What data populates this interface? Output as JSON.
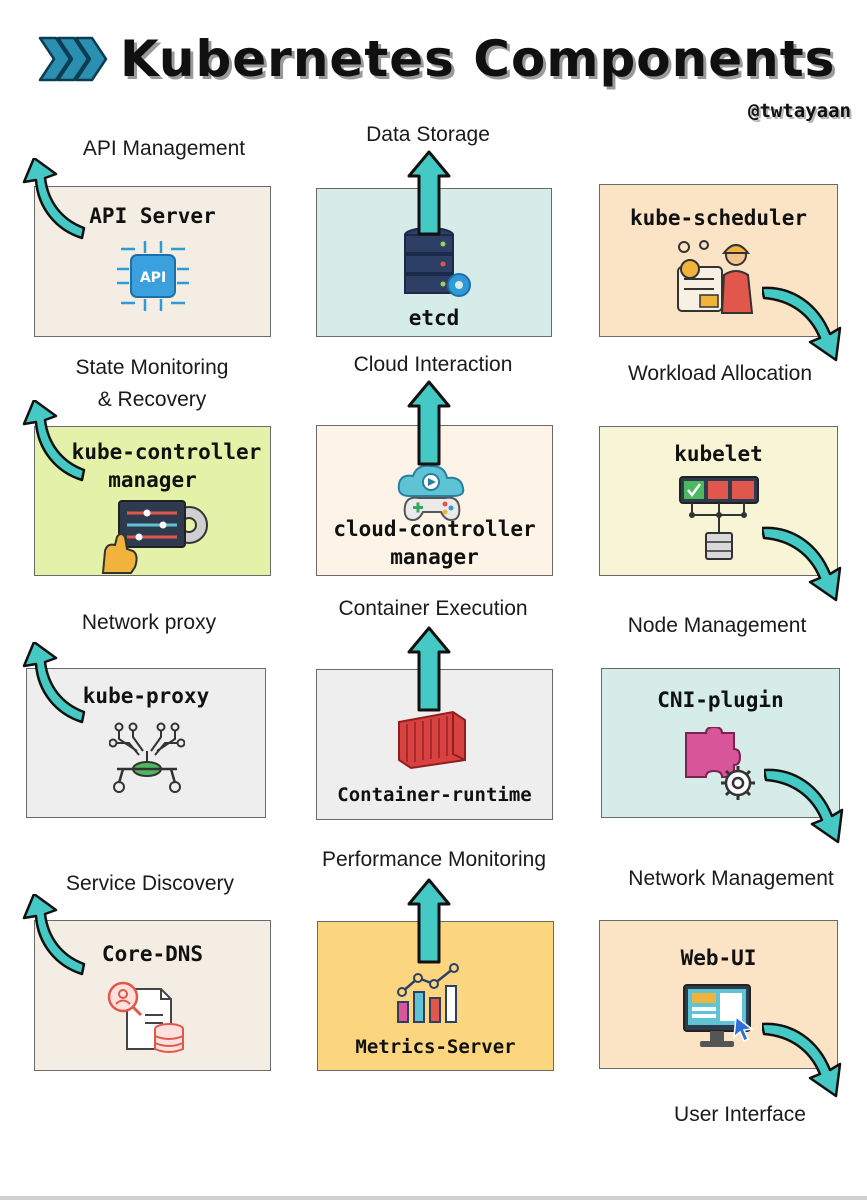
{
  "title": "Kubernetes Components",
  "handle": "@twtayaan",
  "components": {
    "api_server": {
      "name": "API Server",
      "role": "API Management",
      "icon_text": "API"
    },
    "etcd": {
      "name": "etcd",
      "role": "Data Storage"
    },
    "kube_scheduler": {
      "name": "kube-scheduler",
      "role": "Workload Allocation"
    },
    "kube_controller_manager": {
      "name_line1": "kube-controller",
      "name_line2": "manager",
      "role_line1": "State Monitoring",
      "role_line2": "& Recovery"
    },
    "cloud_controller_manager": {
      "name_line1": "cloud-controller",
      "name_line2": "manager",
      "role": "Cloud Interaction"
    },
    "kubelet": {
      "name": "kubelet",
      "role": "Node Management"
    },
    "kube_proxy": {
      "name": "kube-proxy",
      "role": "Network proxy"
    },
    "container_runtime": {
      "name": "Container-runtime",
      "role": "Container Execution"
    },
    "cni_plugin": {
      "name": "CNI-plugin",
      "role": "Network Management"
    },
    "core_dns": {
      "name": "Core-DNS",
      "role": "Service Discovery"
    },
    "metrics_server": {
      "name": "Metrics-Server",
      "role": "Performance Monitoring"
    },
    "web_ui": {
      "name": "Web-UI",
      "role": "User Interface"
    }
  },
  "colors": {
    "arrow_teal": "#45c9c4",
    "box_beige": "#f3ede3",
    "box_teal": "#d5ece9",
    "box_peach": "#fbe3c5",
    "box_lime": "#e4f1a8",
    "box_cream": "#fdf3e6",
    "box_gray": "#eeeeee",
    "box_yellow": "#fbd67f"
  }
}
